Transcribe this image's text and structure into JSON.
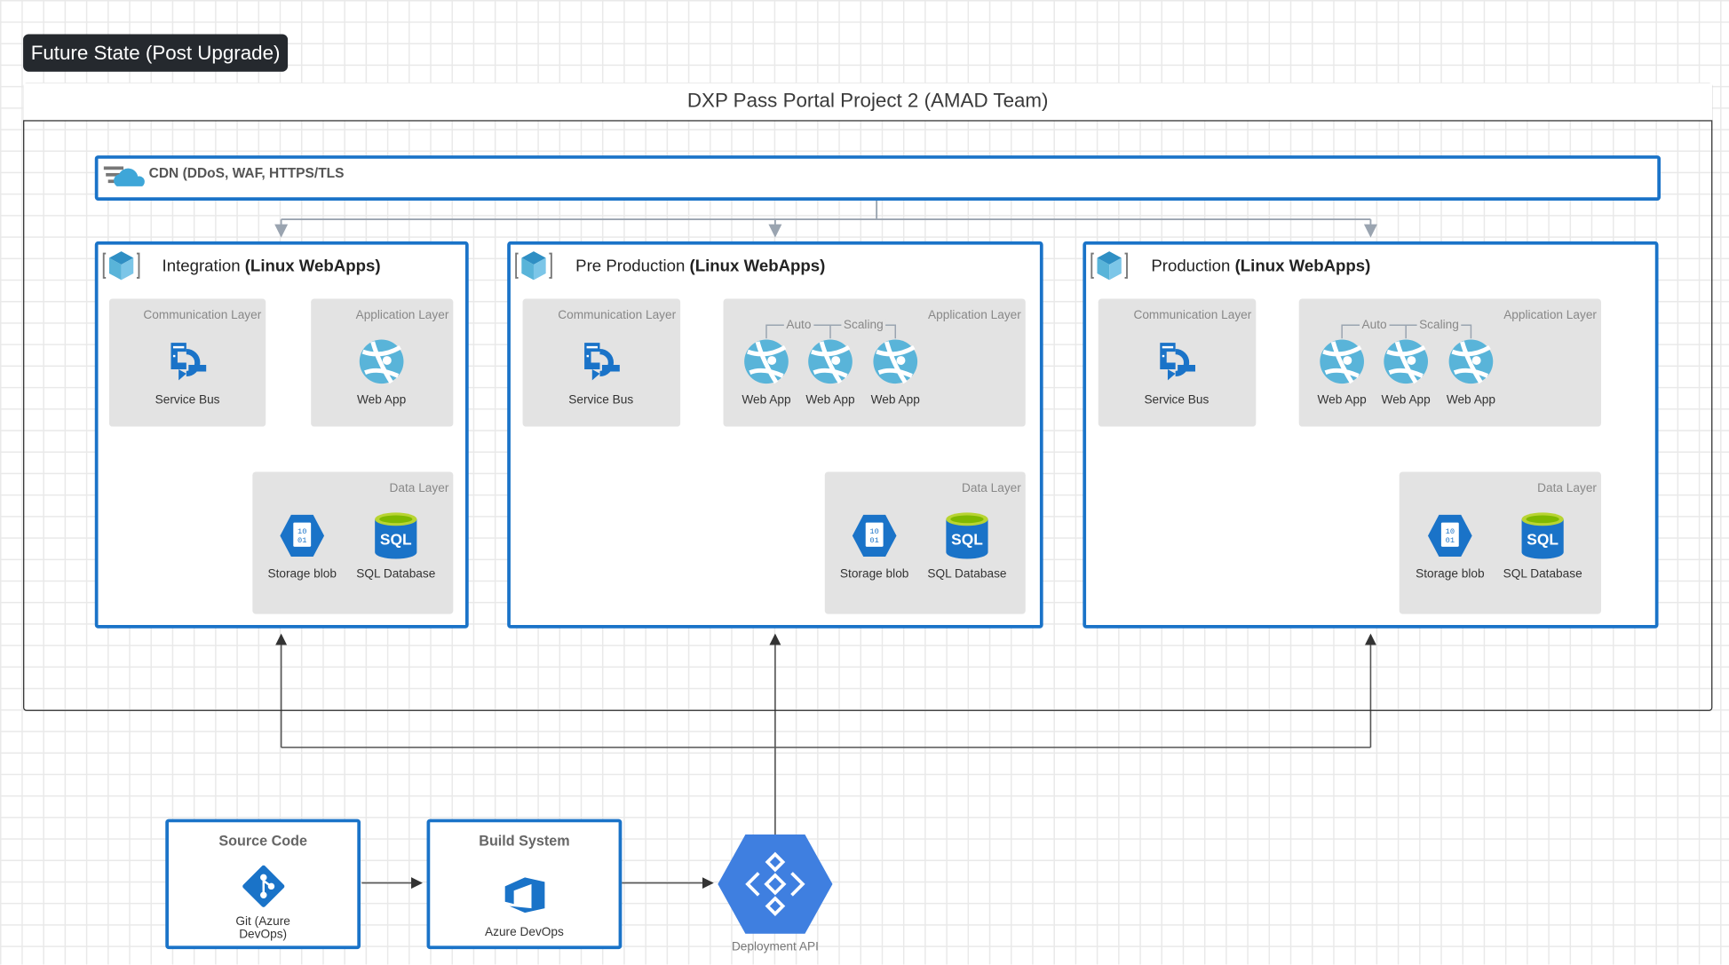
{
  "badge": "Future State (Post Upgrade)",
  "container_title": "DXP Pass Portal Project 2 (AMAD Team)",
  "cdn": {
    "label": "CDN (DDoS, WAF, HTTPS/TLS",
    "icon": "cdn-cloud-icon"
  },
  "colors": {
    "accent": "#1a73c8",
    "badge_bg": "#25292e",
    "layer_bg": "#e3e3e3",
    "azure": "#3ea6d8"
  },
  "layers": {
    "communication": "Communication Layer",
    "application": "Application Layer",
    "data": "Data Layer"
  },
  "components": {
    "service_bus": "Service Bus",
    "web_app": "Web App",
    "storage_blob": "Storage blob",
    "sql_db": "SQL Database",
    "sql_text": "SQL"
  },
  "scaling": {
    "auto": "Auto",
    "scaling": "Scaling"
  },
  "environments": [
    {
      "name": "Integration ",
      "suffix": "(Linux WebApps)"
    },
    {
      "name": "Pre Production ",
      "suffix": "(Linux WebApps)"
    },
    {
      "name": "Production ",
      "suffix": "(Linux WebApps)"
    }
  ],
  "pipeline": {
    "source": {
      "title": "Source Code",
      "label": "Git (Azure DevOps)"
    },
    "build": {
      "title": "Build System",
      "label": "Azure DevOps"
    },
    "deploy": {
      "label": "Deployment API"
    }
  }
}
